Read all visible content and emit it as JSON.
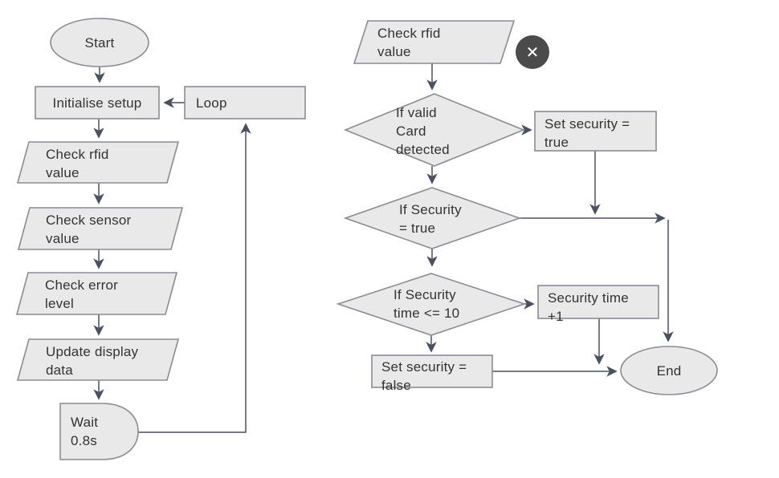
{
  "flowchart": {
    "left": {
      "start": "Start",
      "initialise_setup": "Initialise setup",
      "loop": "Loop",
      "check_rfid": "Check rfid\nvalue",
      "check_sensor": "Check sensor\nvalue",
      "check_error": "Check error\nlevel",
      "update_display": "Update display\ndata",
      "wait": "Wait\n0.8s"
    },
    "right": {
      "check_rfid": "Check rfid\nvalue",
      "if_valid_card": "If valid\nCard\ndetected",
      "set_security_true": "Set security =\ntrue",
      "if_security_true": "If Security\n= true",
      "if_security_time": "If Security\ntime <= 10",
      "security_time_inc": "Security time\n+1",
      "set_security_false": "Set security =\nfalse",
      "end": "End"
    }
  },
  "overlay": {
    "close_button": "✕"
  },
  "colors": {
    "shape_fill": "#e9e9e9",
    "shape_border": "#8b8b95",
    "connector": "#4a5160",
    "text": "#333333",
    "close_background": "#4b4b4b",
    "close_foreground": "#ffffff"
  }
}
